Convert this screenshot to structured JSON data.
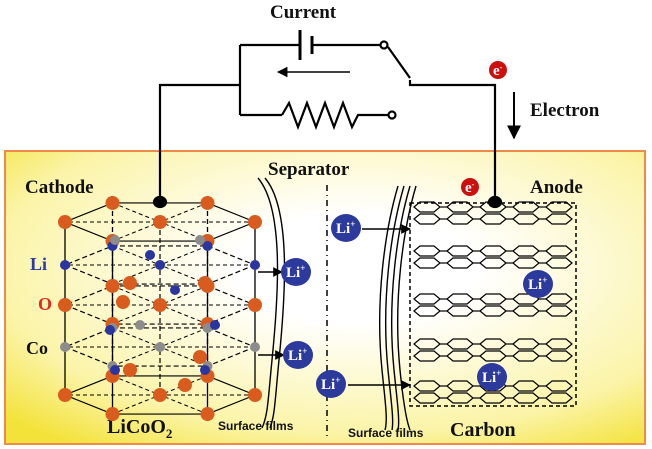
{
  "circuit": {
    "current_label": "Current",
    "electron_label": "Electron"
  },
  "cathode": {
    "title": "Cathode",
    "formula_base": "LiCoO",
    "formula_sub": "2",
    "legend": [
      {
        "label": "Li",
        "color": "#2a3aa8"
      },
      {
        "label": "O",
        "color": "#e8281e"
      },
      {
        "label": "Co",
        "color": "#111111"
      }
    ]
  },
  "separator": {
    "title": "Separator"
  },
  "anode": {
    "title": "Anode",
    "material": "Carbon"
  },
  "surface_films": [
    "Surface films",
    "Surface films"
  ],
  "ion": {
    "base": "Li",
    "charge": "+"
  },
  "electron_badge": {
    "base": "e",
    "charge": "-"
  },
  "colors": {
    "frame": "#f08a4a",
    "oxygen": "#d95b1e",
    "lithium": "#2a35a0",
    "cobalt": "#8c8c8c",
    "ion_fill": "#2b3a9c",
    "electron_fill": "#cc1010"
  }
}
